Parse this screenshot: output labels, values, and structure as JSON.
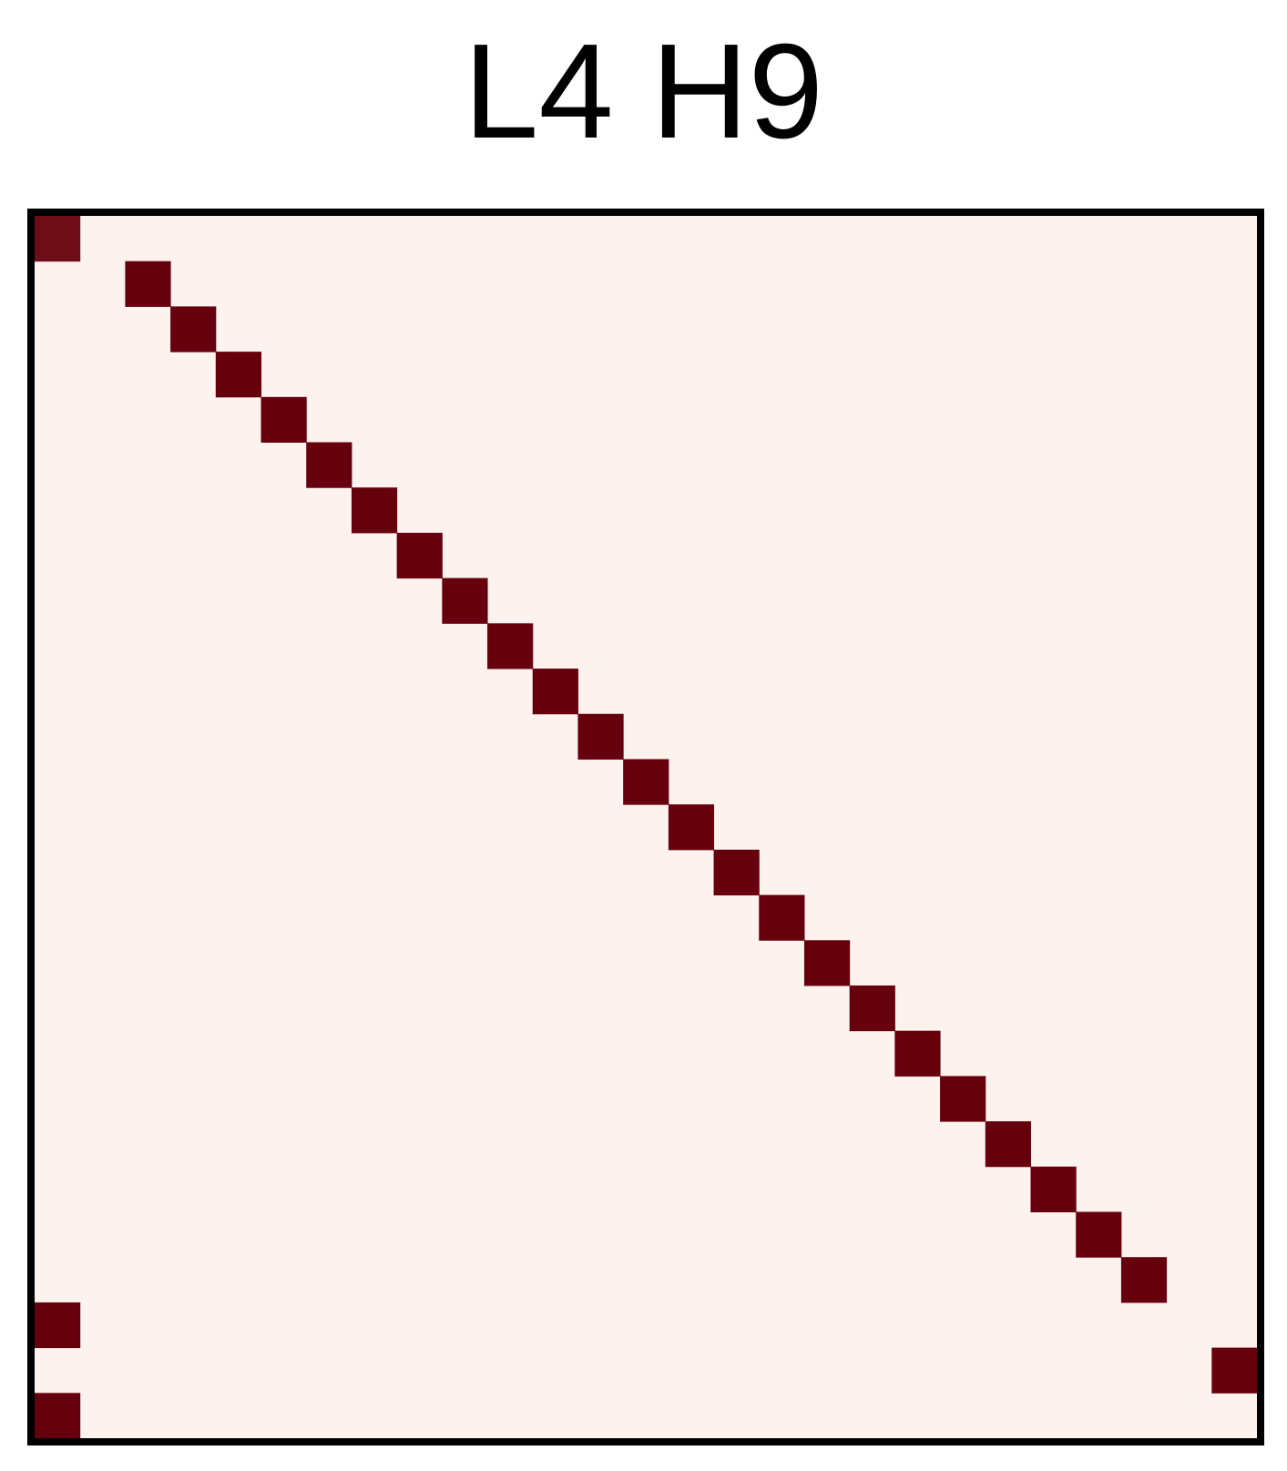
{
  "chart_data": {
    "type": "heatmap",
    "title": "L4 H9",
    "n_rows": 27,
    "n_cols": 27,
    "grid": false,
    "colormap": {
      "low": "#fcf3ee",
      "high": "#67000d"
    },
    "cells": [
      {
        "row": 0,
        "col": 0,
        "value": 0.95
      },
      {
        "row": 1,
        "col": 2,
        "value": 1.0
      },
      {
        "row": 2,
        "col": 3,
        "value": 1.0
      },
      {
        "row": 3,
        "col": 4,
        "value": 1.0
      },
      {
        "row": 4,
        "col": 5,
        "value": 1.0
      },
      {
        "row": 5,
        "col": 6,
        "value": 1.0
      },
      {
        "row": 6,
        "col": 7,
        "value": 1.0
      },
      {
        "row": 7,
        "col": 8,
        "value": 1.0
      },
      {
        "row": 8,
        "col": 9,
        "value": 1.0
      },
      {
        "row": 9,
        "col": 10,
        "value": 1.0
      },
      {
        "row": 10,
        "col": 11,
        "value": 1.0
      },
      {
        "row": 11,
        "col": 12,
        "value": 1.0
      },
      {
        "row": 12,
        "col": 13,
        "value": 1.0
      },
      {
        "row": 13,
        "col": 14,
        "value": 1.0
      },
      {
        "row": 14,
        "col": 15,
        "value": 1.0
      },
      {
        "row": 15,
        "col": 16,
        "value": 1.0
      },
      {
        "row": 16,
        "col": 17,
        "value": 1.0
      },
      {
        "row": 17,
        "col": 18,
        "value": 1.0
      },
      {
        "row": 18,
        "col": 19,
        "value": 1.0
      },
      {
        "row": 19,
        "col": 20,
        "value": 1.0
      },
      {
        "row": 20,
        "col": 21,
        "value": 1.0
      },
      {
        "row": 21,
        "col": 22,
        "value": 1.0
      },
      {
        "row": 22,
        "col": 23,
        "value": 1.0
      },
      {
        "row": 23,
        "col": 24,
        "value": 1.0
      },
      {
        "row": 24,
        "col": 0,
        "value": 1.0
      },
      {
        "row": 25,
        "col": 26,
        "value": 1.0
      },
      {
        "row": 26,
        "col": 0,
        "value": 1.0
      }
    ]
  }
}
